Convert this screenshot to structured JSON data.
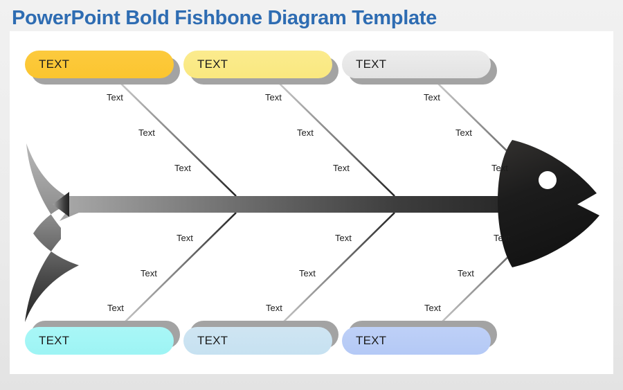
{
  "page": {
    "title": "PowerPoint Bold Fishbone Diagram Template",
    "background_color": "#ebebeb",
    "card_color": "#ffffff",
    "title_color": "#2e6cb2"
  },
  "diagram": {
    "type": "fishbone",
    "spine_gradient": [
      "#9a9a9a",
      "#2b2b2b"
    ],
    "tail_gradient": [
      "#b2b2b2",
      "#2a2a2a"
    ],
    "head_color": "#1d1d1d",
    "eye_color": "#ffffff",
    "bone_label": "Text",
    "categories": [
      {
        "id": "top-1",
        "position": "top",
        "label": "TEXT",
        "color": "#fcca3e",
        "color_end": "#fbc52f",
        "shadow_color": "#a3a3a3",
        "causes": [
          "Text",
          "Text",
          "Text"
        ]
      },
      {
        "id": "top-2",
        "position": "top",
        "label": "TEXT",
        "color": "#fbeb8e",
        "color_end": "#fae87f",
        "shadow_color": "#a3a3a3",
        "causes": [
          "Text",
          "Text",
          "Text"
        ]
      },
      {
        "id": "top-3",
        "position": "top",
        "label": "TEXT",
        "color": "#ededed",
        "color_end": "#e2e2e2",
        "shadow_color": "#a3a3a3",
        "causes": [
          "Text",
          "Text",
          "Text"
        ]
      },
      {
        "id": "bottom-1",
        "position": "bottom",
        "label": "TEXT",
        "color": "#a9f7f7",
        "color_end": "#9df4f4",
        "shadow_color": "#a3a3a3",
        "causes": [
          "Text",
          "Text",
          "Text"
        ]
      },
      {
        "id": "bottom-2",
        "position": "bottom",
        "label": "TEXT",
        "color": "#cfe5f2",
        "color_end": "#c6e1f1",
        "shadow_color": "#a3a3a3",
        "causes": [
          "Text",
          "Text",
          "Text"
        ]
      },
      {
        "id": "bottom-3",
        "position": "bottom",
        "label": "TEXT",
        "color": "#bed0f7",
        "color_end": "#b4c9f6",
        "shadow_color": "#a3a3a3",
        "causes": [
          "Text",
          "Text",
          "Text"
        ]
      }
    ]
  }
}
